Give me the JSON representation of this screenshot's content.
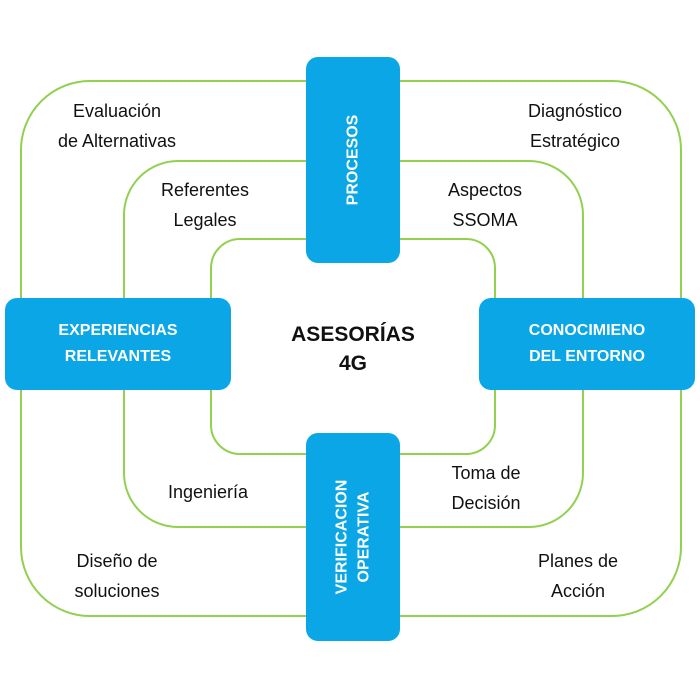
{
  "center": {
    "line1": "ASESORÍAS",
    "line2": "4G"
  },
  "boxes": {
    "top": {
      "label": "PROCESOS"
    },
    "left": {
      "line1": "EXPERIENCIAS",
      "line2": "RELEVANTES"
    },
    "right": {
      "line1": "CONOCIMIENO",
      "line2": "DEL ENTORNO"
    },
    "bottom": {
      "line1": "VERIFICACION",
      "line2": "OPERATIVA"
    }
  },
  "outer_labels": {
    "top_left": {
      "line1": "Evaluación",
      "line2": "de Alternativas"
    },
    "top_right": {
      "line1": "Diagnóstico",
      "line2": "Estratégico"
    },
    "bottom_left": {
      "line1": "Diseño de",
      "line2": "soluciones"
    },
    "bottom_right": {
      "line1": "Planes de",
      "line2": "Acción"
    }
  },
  "middle_labels": {
    "top_left": {
      "line1": "Referentes",
      "line2": "Legales"
    },
    "top_right": {
      "line1": "Aspectos",
      "line2": "SSOMA"
    },
    "bottom_left": {
      "line1": "Ingeniería"
    },
    "bottom_right": {
      "line1": "Toma de",
      "line2": "Decisión"
    }
  },
  "colors": {
    "ring": "#92d050",
    "box": "#0aa6e6",
    "box_text": "#ffffff",
    "text": "#111111"
  }
}
